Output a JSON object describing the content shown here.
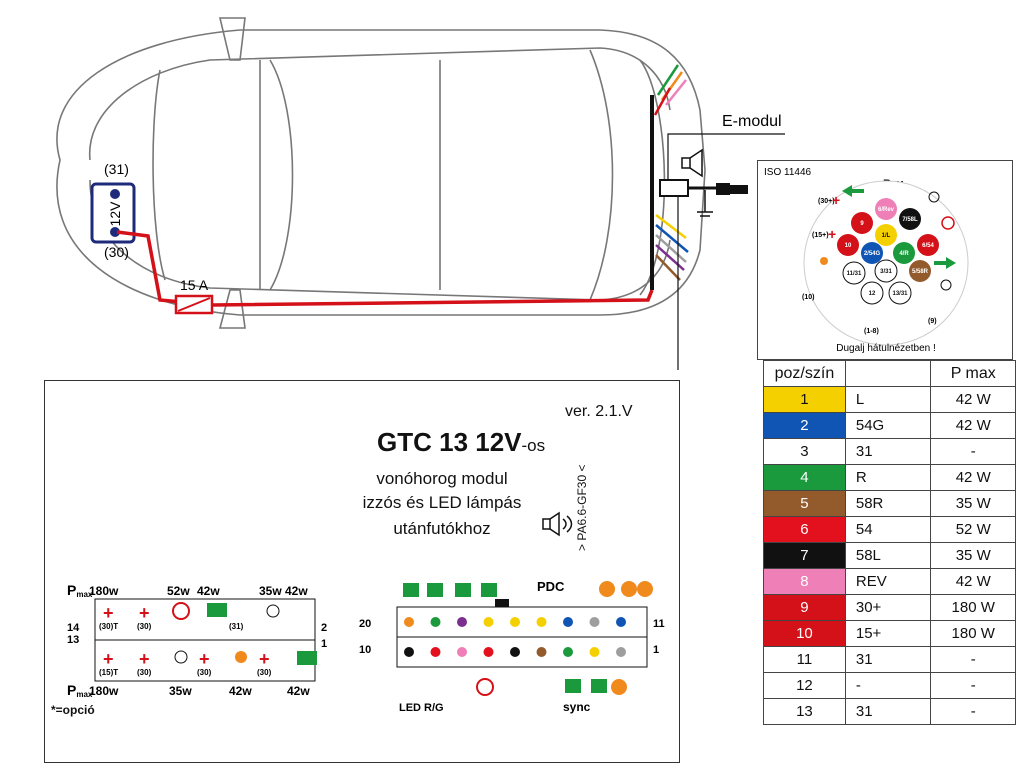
{
  "car": {
    "battery_label": "12V",
    "battery_minus": "(31)",
    "battery_plus": "(30)",
    "fuse_label": "15 A",
    "emodul_label": "E-modul"
  },
  "socket": {
    "standard": "ISO 11446",
    "rev_label": "Rev",
    "caption": "Dugalj hátulnézetben !",
    "labels": [
      "(30+)",
      "(15+)",
      "(10)",
      "(1-8)",
      "(9)"
    ],
    "pins": [
      "9",
      "6/Rev",
      "7/58L",
      "1/L",
      "10",
      "2/54G",
      "4/R",
      "6/54",
      "11/31",
      "3/31",
      "5/58R",
      "12",
      "13/31"
    ]
  },
  "table": {
    "headers": [
      "poz/szín",
      "",
      "P max"
    ],
    "rows": [
      {
        "pos": "1",
        "func": "L",
        "pmax": "42 W",
        "color": "#f5d000",
        "fg": "#111"
      },
      {
        "pos": "2",
        "func": "54G",
        "pmax": "42 W",
        "color": "#1055b3",
        "fg": "#fff"
      },
      {
        "pos": "3",
        "func": "31",
        "pmax": "-",
        "color": "#ffffff",
        "fg": "#111"
      },
      {
        "pos": "4",
        "func": "R",
        "pmax": "42 W",
        "color": "#1a9a3c",
        "fg": "#fff"
      },
      {
        "pos": "5",
        "func": "58R",
        "pmax": "35 W",
        "color": "#935a2c",
        "fg": "#fff"
      },
      {
        "pos": "6",
        "func": "54",
        "pmax": "52 W",
        "color": "#e3101d",
        "fg": "#fff"
      },
      {
        "pos": "7",
        "func": "58L",
        "pmax": "35 W",
        "color": "#111111",
        "fg": "#fff"
      },
      {
        "pos": "8",
        "func": "REV",
        "pmax": "42 W",
        "color": "#ee7fb7",
        "fg": "#fff"
      },
      {
        "pos": "9",
        "func": "30+",
        "pmax": "180 W",
        "color": "#d41018",
        "fg": "#fff"
      },
      {
        "pos": "10",
        "func": "15+",
        "pmax": "180 W",
        "color": "#d41018",
        "fg": "#fff"
      },
      {
        "pos": "11",
        "func": "31",
        "pmax": "-",
        "color": "#ffffff",
        "fg": "#111"
      },
      {
        "pos": "12",
        "func": "-",
        "pmax": "-",
        "color": "#ffffff",
        "fg": "#111"
      },
      {
        "pos": "13",
        "func": "31",
        "pmax": "-",
        "color": "#ffffff",
        "fg": "#111"
      }
    ]
  },
  "module": {
    "version": "ver. 2.1.V",
    "title": "GTC 13  12V",
    "title_suffix": "-os",
    "line1": "vonóhorog modul",
    "line2": "izzós és LED lámpás",
    "line3": "utánfutókhoz",
    "material": "> PA6.6-GF30 <",
    "pmax_top": [
      "180w",
      "52w",
      "42w",
      "35w",
      "42w"
    ],
    "pmax_bottom": [
      "180w",
      "35w",
      "42w",
      "42w"
    ],
    "pmax_label": "P",
    "pmax_sub": "max",
    "left_small": [
      "(30)T",
      "(30)",
      "(31)",
      "(15)T",
      "(30)",
      "(30)",
      "(30)"
    ],
    "row_numbers": [
      "14",
      "13",
      "2",
      "1",
      "20",
      "10",
      "11",
      "1"
    ],
    "opcio": "*=opció",
    "pdc": "PDC",
    "led_rg": "LED R/G",
    "sync": "sync",
    "top_dots": [
      "#f08a1c",
      "#1a9a3c",
      "#7b2f8e",
      "#f5d000",
      "#f5d000",
      "#f5d000",
      "#1055b3",
      "#9e9e9e",
      "#1055b3"
    ],
    "bottom_dots": [
      "#111111",
      "#e3101d",
      "#ee7fb7",
      "#e3101d",
      "#111111",
      "#935a2c",
      "#1a9a3c",
      "#f5d000",
      "#9e9e9e"
    ]
  }
}
